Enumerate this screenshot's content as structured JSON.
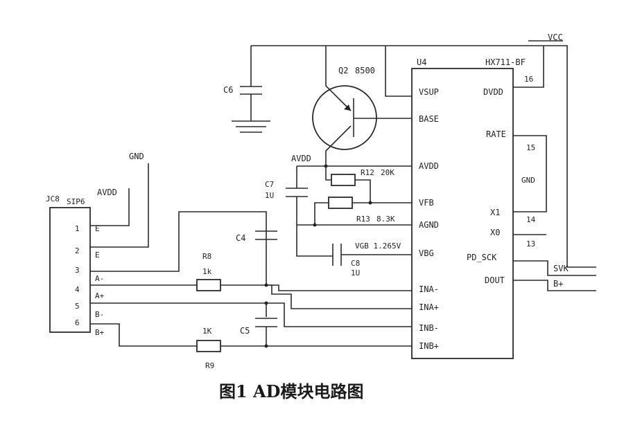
{
  "caption": {
    "text": "图1   AD模块电路图"
  },
  "power": {
    "vcc": "VCC",
    "gnd": "GND",
    "avdd_top": "AVDD",
    "avdd_left": "AVDD"
  },
  "chip": {
    "ref": "U4",
    "part": "HX711-BF",
    "left_pins": [
      "VSUP",
      "BASE",
      "AVDD",
      "VFB",
      "AGND",
      "VBG",
      "INA-",
      "INA+",
      "INB-",
      "INB+"
    ],
    "right_pins": [
      "DVDD",
      "RATE",
      "X1",
      "X0",
      "PD_SCK",
      "DOUT"
    ],
    "pin_numbers": [
      "16",
      "15",
      "14",
      "13"
    ],
    "inner_gnd": "GND"
  },
  "transistor": {
    "ref": "Q2",
    "value": "8500"
  },
  "connector": {
    "ref": "JC8",
    "part": "SIP6",
    "pins": [
      "1",
      "2",
      "3",
      "4",
      "5",
      "6"
    ],
    "labels": [
      "E",
      "E",
      "A-",
      "A+",
      "B-",
      "B+"
    ]
  },
  "resistors": {
    "r12": {
      "ref": "R12",
      "value": "20K"
    },
    "r13": {
      "ref": "R13",
      "value": "8.3K"
    },
    "r8": {
      "ref": "R8",
      "value": "1k"
    },
    "r9": {
      "ref": "R9",
      "value": "1K"
    }
  },
  "capacitors": {
    "c6": {
      "ref": "C6"
    },
    "c7": {
      "ref": "C7",
      "value": "1U"
    },
    "c4": {
      "ref": "C4"
    },
    "c5": {
      "ref": "C5"
    },
    "c8": {
      "ref": "C8",
      "value": "1U"
    }
  },
  "vgb": {
    "text": "VGB 1.265V"
  },
  "nets": {
    "svk": "SVK",
    "bplus": "B+"
  }
}
